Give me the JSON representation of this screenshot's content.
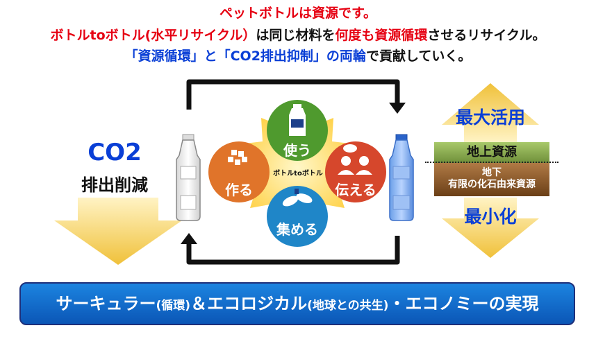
{
  "headline": {
    "line1": "ペットボトルは資源です。",
    "line2_part1": "ボトルtoボトル(水平リサイクル）",
    "line2_part2": "は同じ材料を",
    "line2_part3": "何度も資源循環",
    "line2_part4": "させるリサイクル。",
    "line3_part1": "「資源循環」と「CO2排出抑制」の両輪",
    "line3_part2": "で貢献していく。"
  },
  "left_panel": {
    "title": "CO2",
    "subtitle": "排出削減"
  },
  "cycle": {
    "center": "ボトルtoボトル",
    "steps": [
      "使う",
      "伝える",
      "集める",
      "作る"
    ]
  },
  "right_panel": {
    "top_label": "最大活用",
    "surface": "地上資源",
    "underground_title": "地下",
    "underground_detail": "有限の化石由来資源",
    "bottom_label": "最小化"
  },
  "banner": {
    "part1": "サーキュラー",
    "part2": "(循環)",
    "part3": "＆エコロジカル",
    "part4": "(地球との共生)",
    "part5": "・エコノミーの実現"
  },
  "colors": {
    "red": "#e60012",
    "blue": "#0a3fd6",
    "step_use": "#4f9a2e",
    "step_tell": "#d6472c",
    "step_collect": "#1f86c8",
    "step_make": "#e0742a",
    "arrow_yellow": "#f3c84a"
  }
}
